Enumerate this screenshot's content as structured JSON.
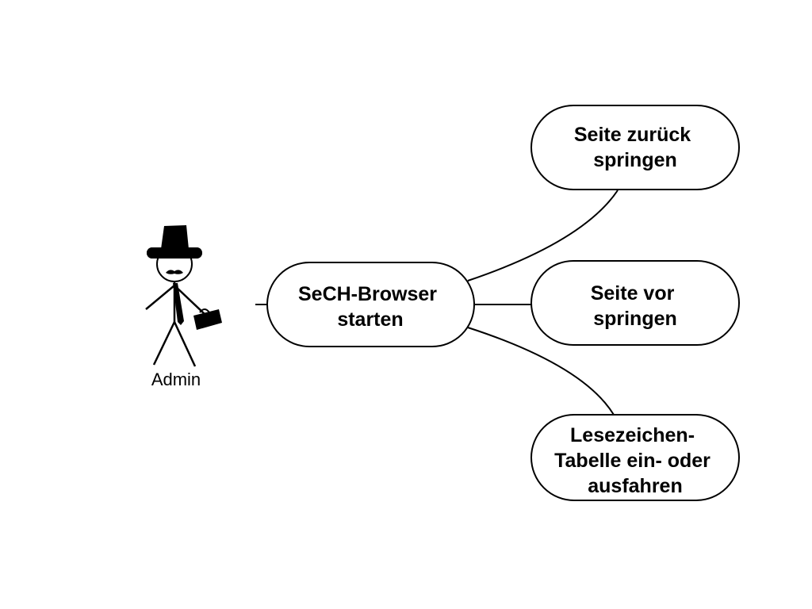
{
  "diagram": {
    "actor": {
      "name": "Admin"
    },
    "main_use_case": {
      "lines": [
        "SeCH-Browser",
        "starten"
      ]
    },
    "use_cases": [
      {
        "lines": [
          "Seite zurück",
          "springen"
        ]
      },
      {
        "lines": [
          "Seite vor",
          "springen"
        ]
      },
      {
        "lines": [
          "Lesezeichen-",
          "Tabelle ein- oder",
          "ausfahren"
        ]
      }
    ]
  }
}
